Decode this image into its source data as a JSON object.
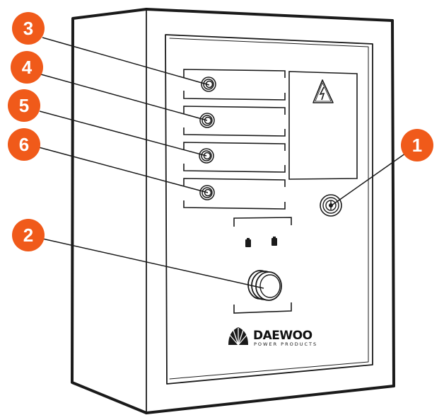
{
  "diagram": {
    "title": "Daewoo ATS control box",
    "brand": {
      "name": "DAEWOO",
      "subtitle": "POWER PRODUCTS"
    },
    "accent_color": "#f05a1a",
    "callouts": [
      {
        "number": "1",
        "target": "key-lock"
      },
      {
        "number": "2",
        "target": "main-knob"
      },
      {
        "number": "3",
        "target": "indicator-lamp-1"
      },
      {
        "number": "4",
        "target": "indicator-lamp-2"
      },
      {
        "number": "5",
        "target": "indicator-lamp-3"
      },
      {
        "number": "6",
        "target": "indicator-lamp-4"
      }
    ],
    "icons": {
      "warning": "high-voltage-warning-icon"
    }
  }
}
